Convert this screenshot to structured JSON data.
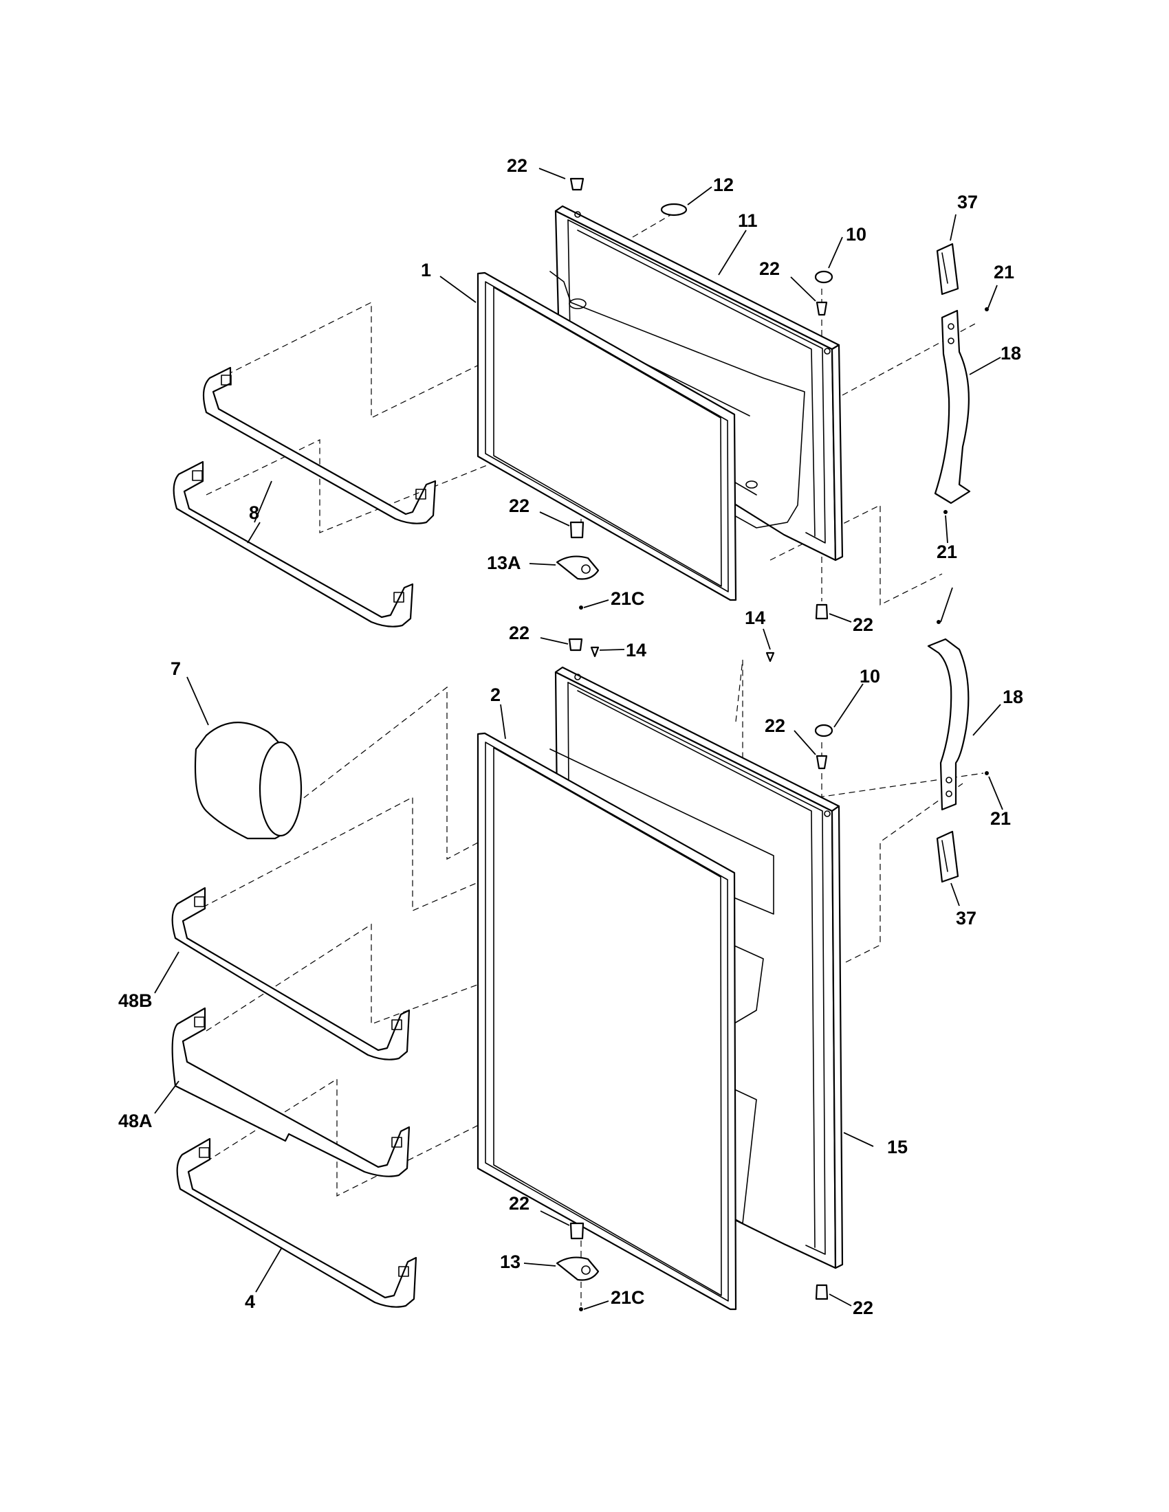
{
  "labels": {
    "top_hinge_screw": "22",
    "top_cap": "12",
    "freezer_door": "11",
    "freezer_plug": "10",
    "freezer_hinge_screw": "22",
    "freezer_gasket": "1",
    "upper_handle_cap": "37",
    "upper_handle_screw": "21",
    "upper_handle": "18",
    "freezer_shelf": "8",
    "freezer_bottom_screw": "22",
    "freezer_bottom_hinge": "13A",
    "freezer_bottom_hinge_screw": "21C",
    "freezer_right_bottom_screw": "22",
    "mid_handle_screw": "21",
    "fresh_top_screw": "22",
    "fresh_top_pin": "14",
    "fresh_top_pin_right": "14",
    "butter_bin": "7",
    "fresh_gasket": "2",
    "fresh_plug": "10",
    "fresh_plug_screw": "22",
    "lower_handle": "18",
    "lower_handle_screw": "21",
    "lower_handle_cap": "37",
    "shelf_48b": "48B",
    "shelf_48a": "48A",
    "fresh_door": "15",
    "fresh_bottom_screw": "22",
    "fresh_bottom_hinge": "13",
    "fresh_bottom_hinge_screw": "21C",
    "fresh_right_bottom_screw": "22",
    "shelf_4": "4"
  }
}
